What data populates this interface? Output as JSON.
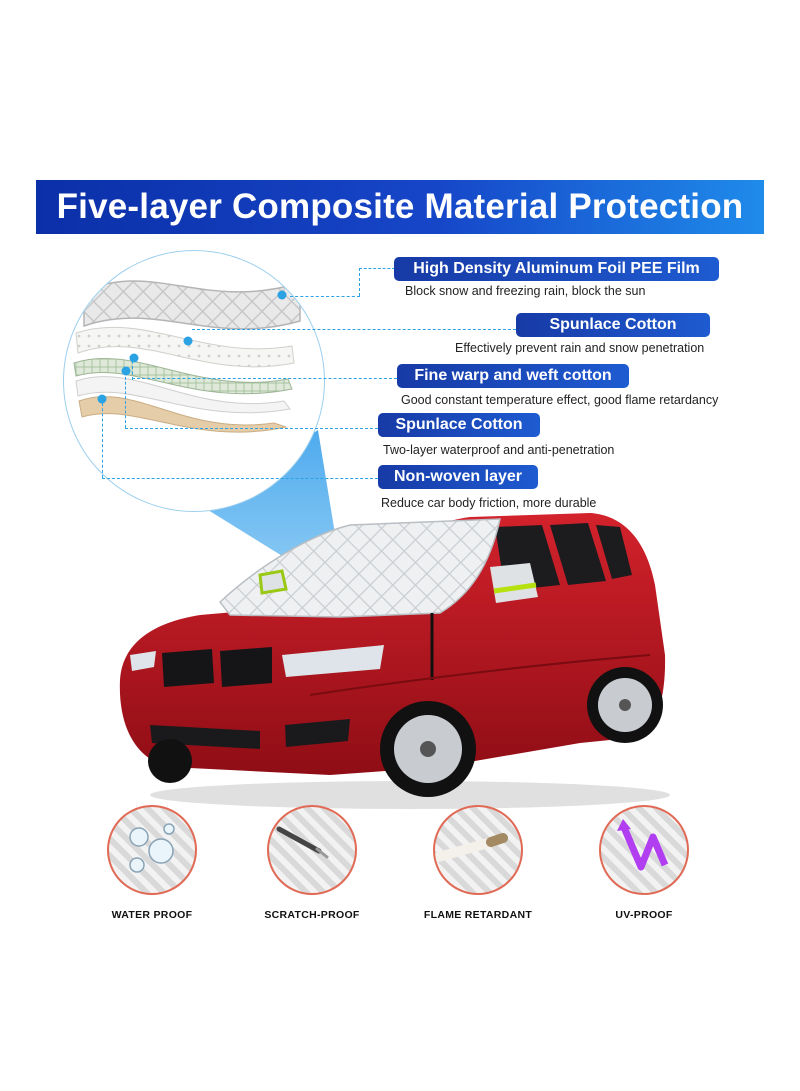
{
  "banner": {
    "title": "Five-layer Composite Material Protection"
  },
  "layers": [
    {
      "label": "High Density Aluminum Foil PEE Film",
      "description": "Block snow and freezing rain, block the sun"
    },
    {
      "label": "Spunlace Cotton",
      "description": "Effectively prevent rain and snow penetration"
    },
    {
      "label": "Fine warp and weft cotton",
      "description": "Good constant temperature effect, good flame retardancy"
    },
    {
      "label": "Spunlace Cotton",
      "description": "Two-layer waterproof and anti-penetration"
    },
    {
      "label": "Non-woven layer",
      "description": "Reduce car body friction, more durable"
    }
  ],
  "features": [
    {
      "label": "WATER PROOF",
      "icon": "water-drops-icon"
    },
    {
      "label": "SCRATCH-PROOF",
      "icon": "scratch-tool-icon"
    },
    {
      "label": "FLAME RETARDANT",
      "icon": "cigarette-icon"
    },
    {
      "label": "UV-PROOF",
      "icon": "uv-arrows-icon"
    }
  ],
  "colors": {
    "banner_blue": "#1646c8",
    "badge_blue": "#1e5bd1",
    "dash_blue": "#2aa2e4",
    "car_red": "#c0151f"
  }
}
